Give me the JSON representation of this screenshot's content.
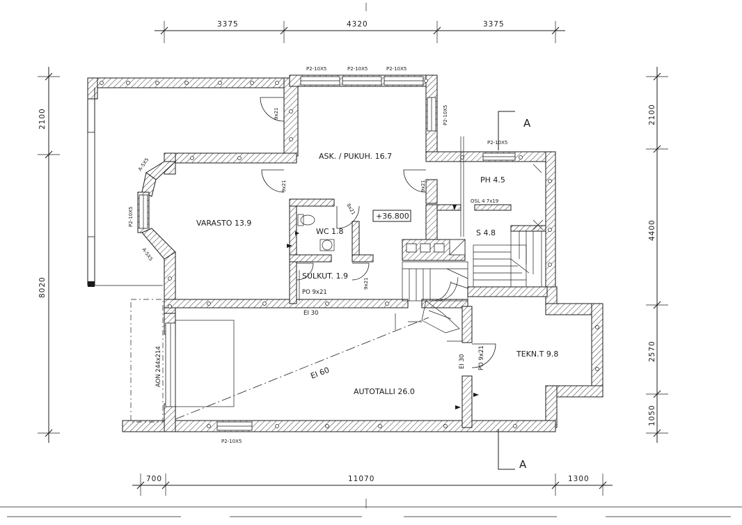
{
  "dimensions": {
    "top": [
      "3375",
      "4320",
      "3375"
    ],
    "bottom": [
      "700",
      "11070",
      "1300"
    ],
    "left": [
      "2100",
      "8020"
    ],
    "right": [
      "2100",
      "4400",
      "2570",
      "1050"
    ]
  },
  "rooms": {
    "ask": "ASK. / PUKUH. 16.7",
    "varasto": "VARASTO 13.9",
    "wc": "WC 1.8",
    "sulkut": "SULKUT. 1.9",
    "ph": "PH 4.5",
    "s": "S 4.8",
    "tekn": "TEKN.T 9.8",
    "autotalli": "AUTOTALLI 26.0"
  },
  "level": "+36.800",
  "section": "A",
  "labels": {
    "win_p2": "P2-10X5",
    "win_a5x5": "A-5X5",
    "door_9x21": "9x21",
    "door_8x21": "8x21",
    "osl": "OSL 4 7x19",
    "po": "PO 9x21",
    "ei30": "EI 30",
    "ei60": "EI 60",
    "aon": "AON 244x214"
  }
}
